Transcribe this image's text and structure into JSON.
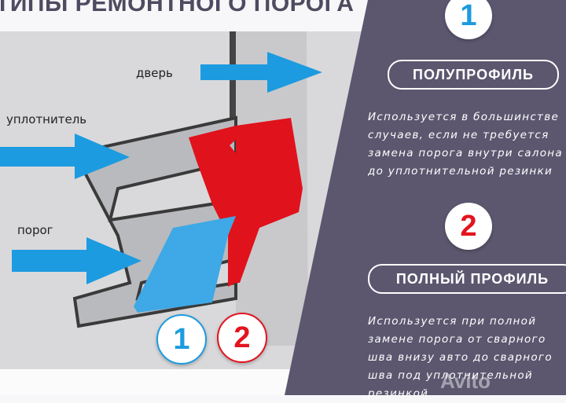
{
  "title": "ТИПЫ РЕМОНТНОГО ПОРОГА",
  "labels": {
    "door": "дверь",
    "seal": "уплотнитель",
    "sill": "порог"
  },
  "markers": {
    "one": "1",
    "two": "2"
  },
  "options": [
    {
      "number": "1",
      "name": "ПОЛУПРОФИЛЬ",
      "description": "Используется в большинстве\nслучаев, если не требуется\nзамена порога внутри салона\nдо уплотнительной резинки"
    },
    {
      "number": "2",
      "name": "ПОЛНЫЙ ПРОФИЛЬ",
      "description": "Используется при полной\nзамене порога от сварного\nшва внизу авто до сварного\nшва под уплотнительной\nрезинкой"
    }
  ],
  "watermark": "Avito",
  "colors": {
    "panel": "#5c576f",
    "blue": "#1c9be0",
    "red": "#e3141e",
    "profile1": "#3fa8e6",
    "profile2": "#e0121c"
  }
}
